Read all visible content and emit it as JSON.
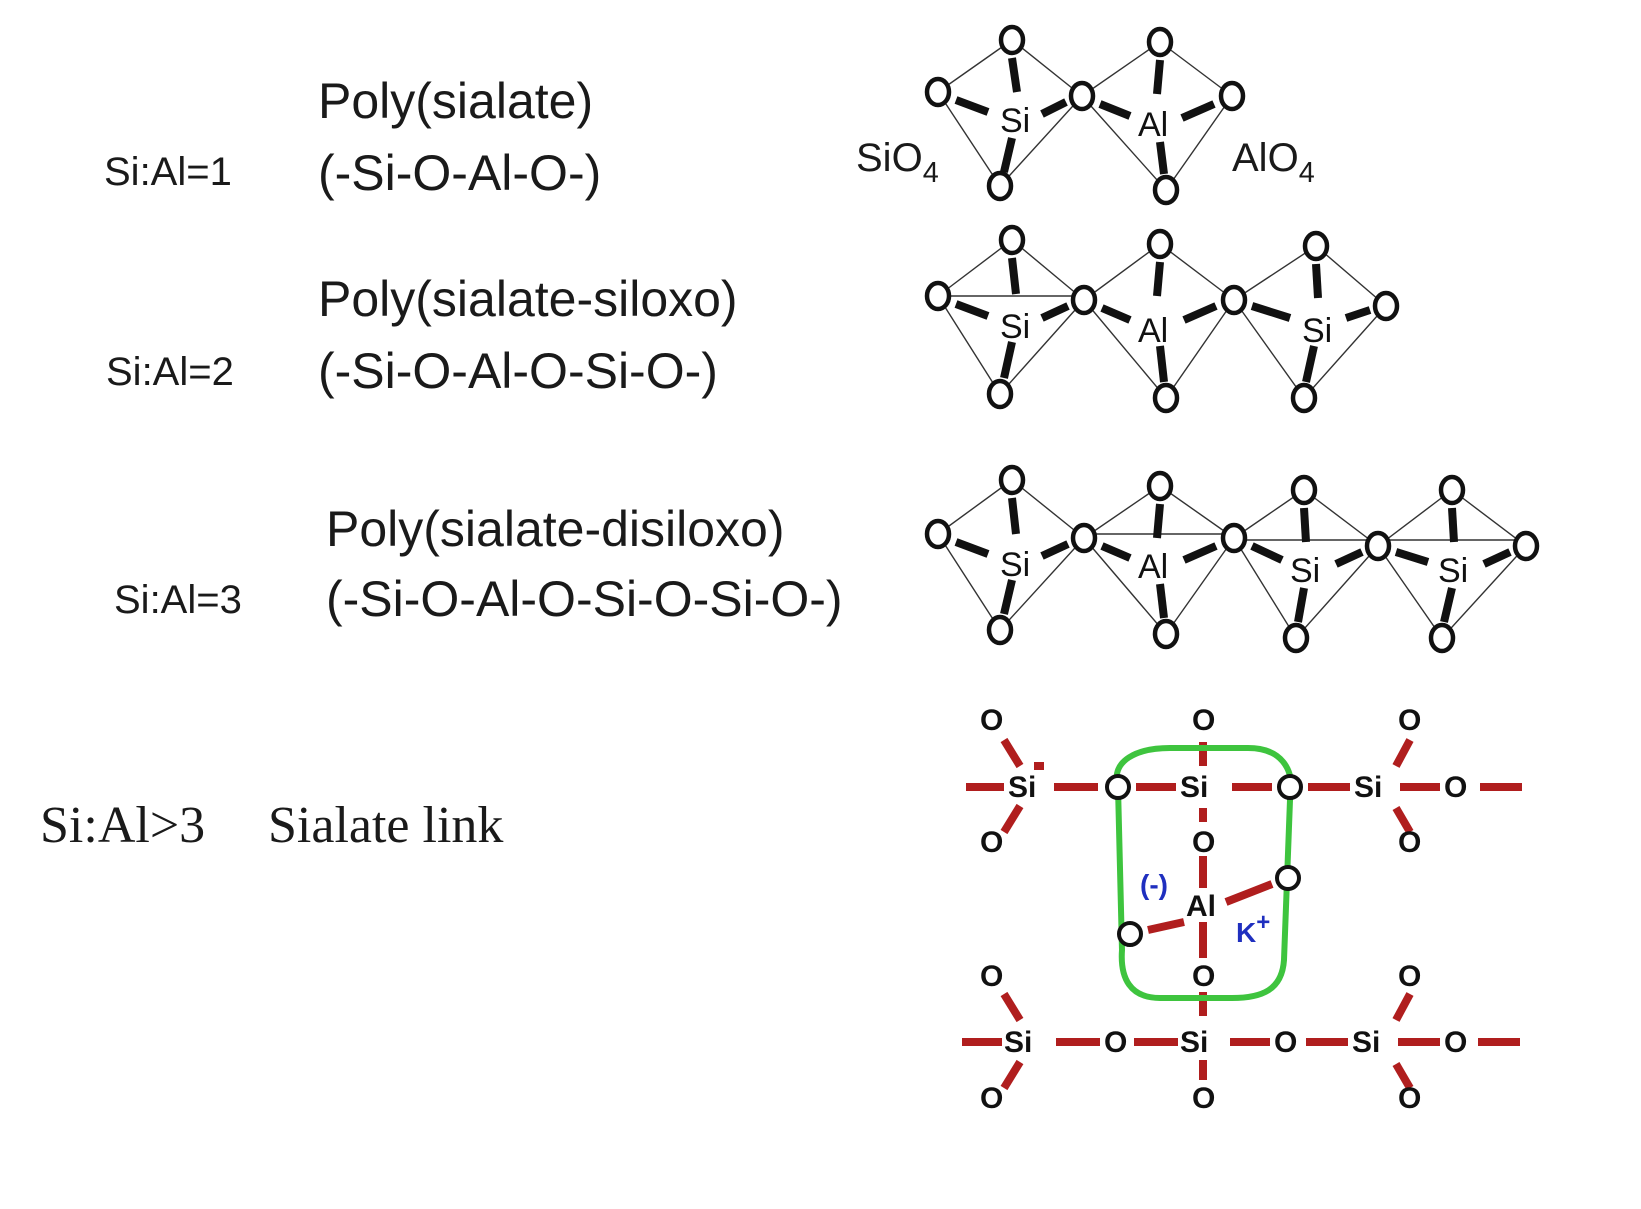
{
  "rows": [
    {
      "ratio": "Si:Al=1",
      "name": "Poly(sialate)",
      "formula": "(-Si-O-Al-O-)"
    },
    {
      "ratio": "Si:Al=2",
      "name": "Poly(sialate-siloxo)",
      "formula": "(-Si-O-Al-O-Si-O-)"
    },
    {
      "ratio": "Si:Al=3",
      "name": "Poly(sialate-disiloxo)",
      "formula": "(-Si-O-Al-O-Si-O-Si-O-)"
    }
  ],
  "tetrahedra_labels": {
    "sio4": "SiO",
    "alo4": "AlO",
    "sub": "4"
  },
  "sialate_link": {
    "ratio": "Si:Al>3",
    "label": "Sialate link"
  },
  "atoms": {
    "si": "Si",
    "al": "Al",
    "o": "O",
    "charge": "(-)",
    "cation": "K",
    "cation_charge": "+"
  },
  "colors": {
    "bond": "#b01e1e",
    "cage": "#3ec43e",
    "charge": "#1f2fbf",
    "text": "#1a1a1a"
  }
}
